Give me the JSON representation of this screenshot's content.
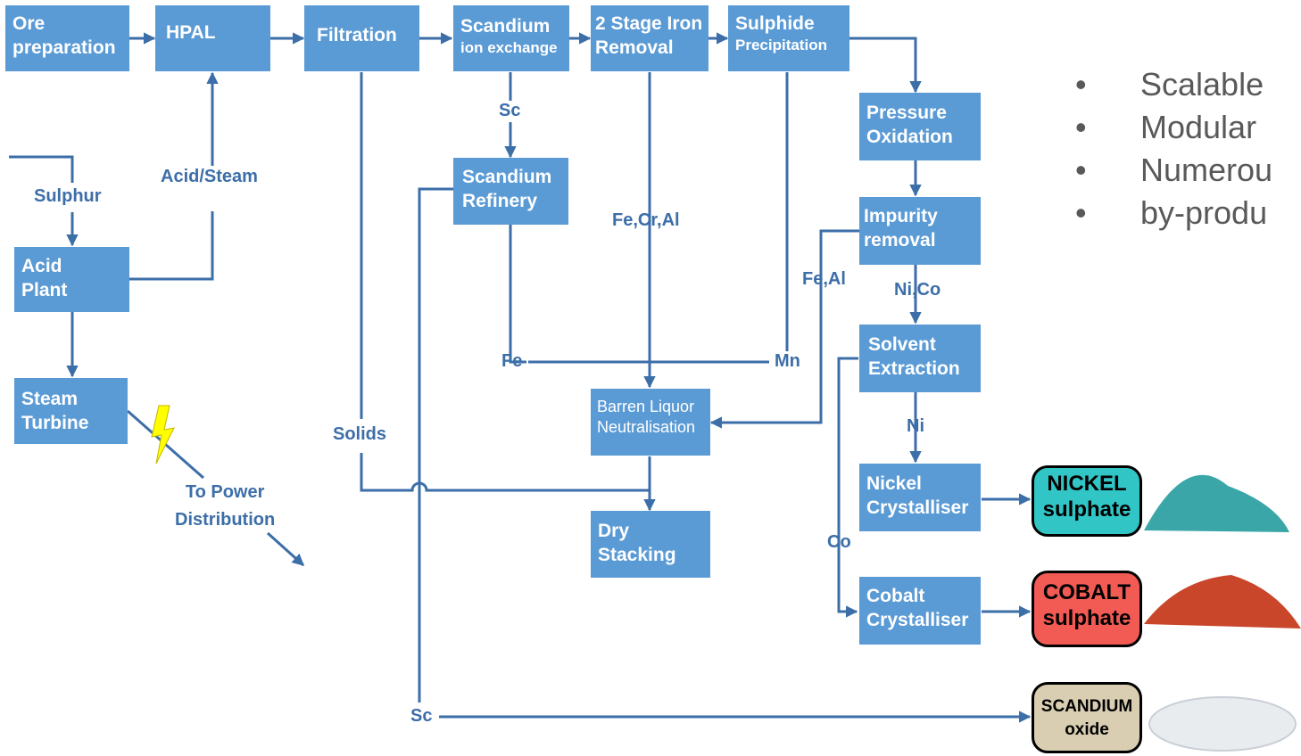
{
  "colors": {
    "box_fill": "#5b9bd5",
    "line": "#3c6ea8",
    "nickel": "#32c5c6",
    "cobalt": "#f25a54",
    "scandium": "#d9ceb2",
    "lightning": "#ffff00"
  },
  "boxes": {
    "ore_prep": [
      "Ore",
      "preparation"
    ],
    "hpal": [
      "HPAL"
    ],
    "filtration": [
      "Filtration"
    ],
    "sc_ix": [
      "Scandium",
      "ion exchange"
    ],
    "iron_removal": [
      "2 Stage Iron",
      "Removal"
    ],
    "sulphide_precip": [
      "Sulphide",
      "Precipitation"
    ],
    "pressure_ox": [
      "Pressure",
      "Oxidation"
    ],
    "impurity": [
      "Impurity",
      "removal"
    ],
    "solvent_ext": [
      "Solvent",
      "Extraction"
    ],
    "nickel_cryst": [
      "Nickel",
      "Crystalliser"
    ],
    "cobalt_cryst": [
      "Cobalt",
      "Crystalliser"
    ],
    "sc_refinery": [
      "Scandium",
      "Refinery"
    ],
    "barren": [
      "Barren Liquor",
      "Neutralisation"
    ],
    "dry_stacking": [
      "Dry",
      "Stacking"
    ],
    "acid_plant": [
      "Acid",
      "Plant"
    ],
    "steam_turbine": [
      "Steam",
      "Turbine"
    ]
  },
  "labels": {
    "sulphur": "Sulphur",
    "acid_steam": "Acid/Steam",
    "sc_top": "Sc",
    "fe_cr_al": "Fe,Cr,Al",
    "fe_al": "Fe,Al",
    "ni_co": "Ni,Co",
    "fe": "Fe",
    "mn": "Mn",
    "ni": "Ni",
    "co": "Co",
    "solids": "Solids",
    "to_power": [
      "To Power",
      "Distribution"
    ],
    "sc_bottom": "Sc"
  },
  "bullets": [
    "Scalable",
    "Modular",
    "Numerou",
    "by-produ"
  ],
  "products": {
    "nickel": [
      "NICKEL",
      "sulphate"
    ],
    "cobalt": [
      "COBALT",
      "sulphate"
    ],
    "scandium": [
      "SCANDIUM",
      "oxide"
    ]
  }
}
